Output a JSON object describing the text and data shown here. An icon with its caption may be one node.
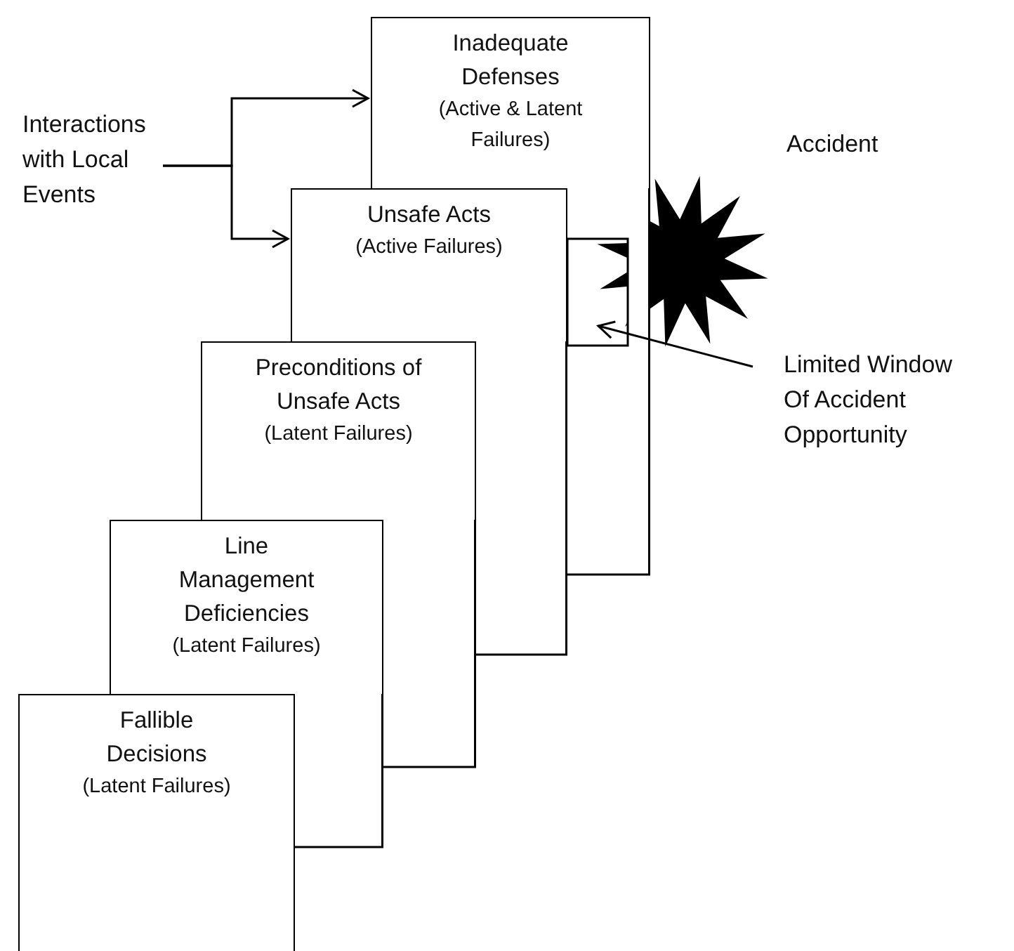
{
  "diagram": {
    "nodes": [
      {
        "text": [
          "Inadequate Defenses",
          "(Active & Latent Failures)"
        ]
      },
      {
        "text": [
          "Unsafe Acts",
          "(Active Failures)"
        ]
      },
      {
        "text": [
          "Preconditions of Unsafe Acts",
          "(Latent Failures)"
        ]
      },
      {
        "text": [
          "Line Management Deficiencies",
          "(Latent Failures)"
        ]
      },
      {
        "text": [
          "Fallible Decisions",
          "(Latent Failures)"
        ]
      },
      {
        "text": [],
        "shape": "star",
        "beside": [
          "Accident"
        ]
      },
      {
        "text": [],
        "shape": "box"
      },
      {
        "text": [
          "Interactions with Local Events"
        ]
      },
      {
        "text": [
          "Limited Window Of Accident Opportunity"
        ]
      }
    ],
    "edges": [
      {
        "from": 7,
        "to": 0,
        "arrow": "to"
      },
      {
        "from": 7,
        "to": 1,
        "arrow": "to"
      },
      {
        "from": 8,
        "to": 6,
        "arrow": "to"
      }
    ]
  }
}
